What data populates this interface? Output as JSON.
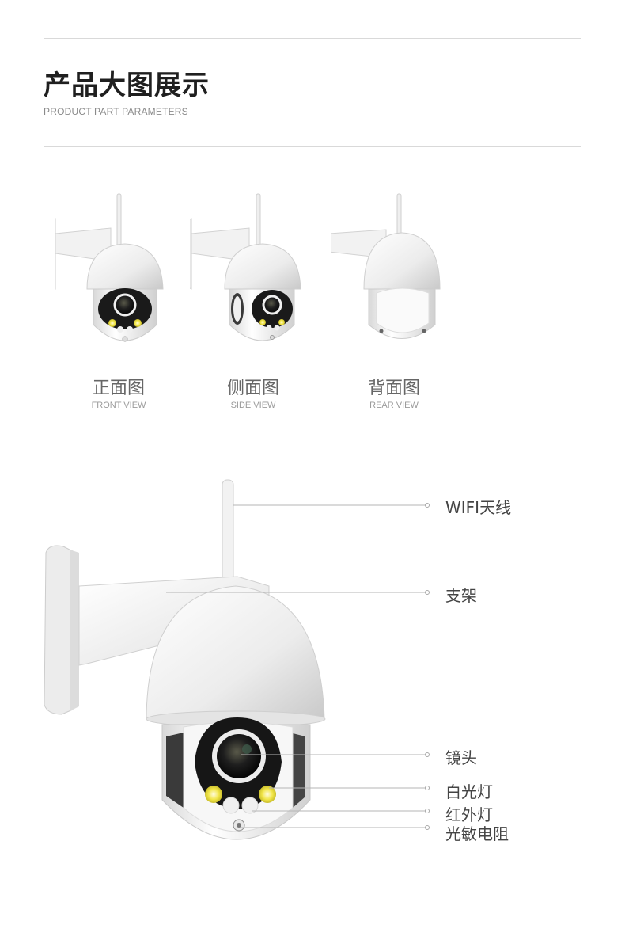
{
  "header": {
    "title": "产品大图展示",
    "subtitle": "PRODUCT PART PARAMETERS"
  },
  "views": [
    {
      "label_cn": "正面图",
      "label_en": "FRONT VIEW"
    },
    {
      "label_cn": "侧面图",
      "label_en": "SIDE VIEW"
    },
    {
      "label_cn": "背面图",
      "label_en": "REAR VIEW"
    }
  ],
  "callouts": [
    {
      "label": "WIFI天线"
    },
    {
      "label": "支架"
    },
    {
      "label": "镜头"
    },
    {
      "label": "白光灯"
    },
    {
      "label": "红外灯"
    },
    {
      "label": "光敏电阻"
    }
  ],
  "colors": {
    "title": "#1f1f1f",
    "subtitle": "#8a8a8a",
    "rule": "#d9d9d9",
    "leader_line": "#b5b5b5",
    "camera_body": "#f4f4f4",
    "white_led": "#f2e64a"
  }
}
